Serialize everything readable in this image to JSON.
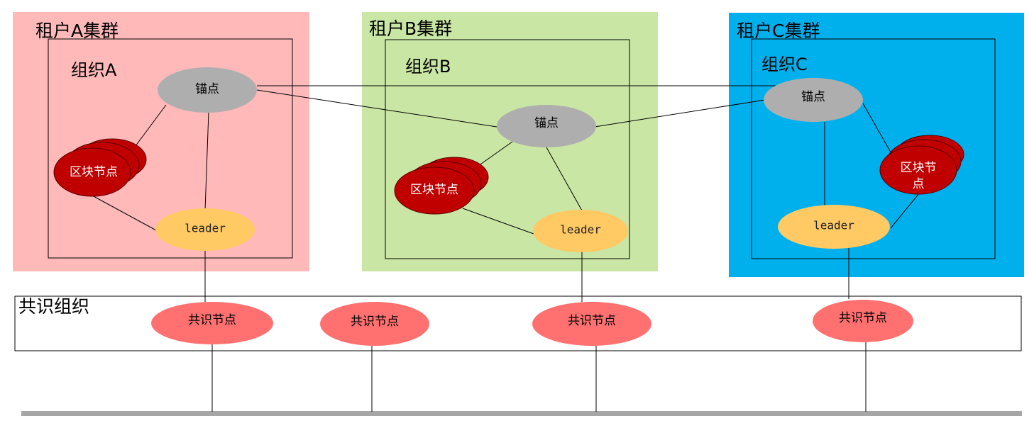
{
  "colors": {
    "tenant_a_bg": "#ffb9b9",
    "tenant_b_bg": "#c9e6a4",
    "tenant_c_bg": "#00b0ec",
    "anchor_fill": "#aeaeae",
    "leader_fill": "#ffc964",
    "block_fill": "#c00000",
    "block_stroke": "#7a0000",
    "consensus_fill": "#ff7070",
    "bus_color": "#a6a6a6"
  },
  "tenants": [
    {
      "title": "租户A集群",
      "org": "组织A",
      "anchor": "锚点",
      "block": "区块节点",
      "leader": "leader"
    },
    {
      "title": "租户B集群",
      "org": "组织B",
      "anchor": "锚点",
      "block": "区块节点",
      "leader": "leader"
    },
    {
      "title": "租户C集群",
      "org": "组织C",
      "anchor": "锚点",
      "block": "区块节",
      "block_line2": "点",
      "leader": "leader"
    }
  ],
  "consensus": {
    "title": "共识组织",
    "nodes": [
      "共识节点",
      "共识节点",
      "共识节点",
      "共识节点"
    ]
  }
}
